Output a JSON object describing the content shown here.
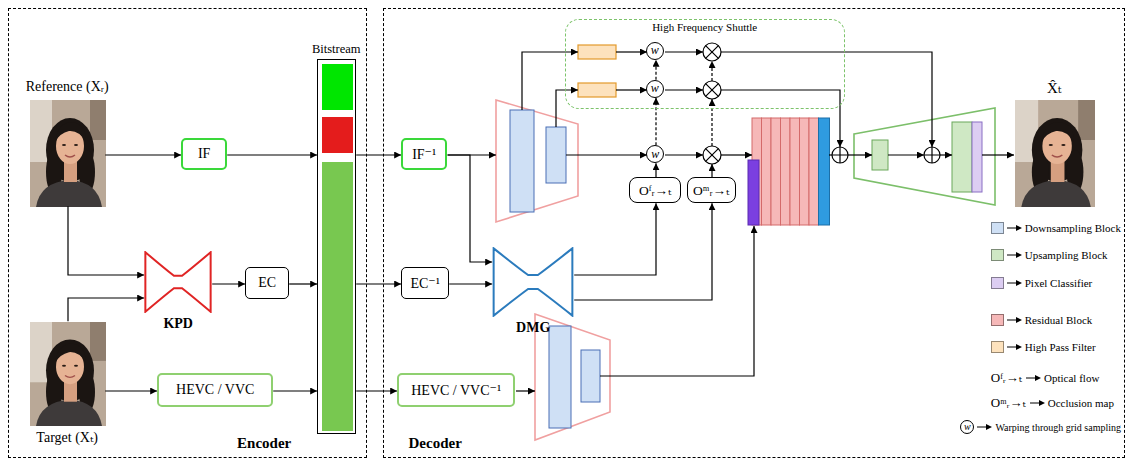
{
  "diagram": {
    "nodes": [
      {
        "text": [
          "Encoder"
        ]
      },
      {
        "text": [
          "Reference (Xᵣ)"
        ],
        "in": 0
      },
      {
        "text": [
          "IF"
        ],
        "in": 0
      },
      {
        "text": [
          "KPD"
        ],
        "in": 0
      },
      {
        "text": [
          "EC"
        ],
        "in": 0
      },
      {
        "text": [
          "Target (Xₜ)"
        ],
        "in": 0
      },
      {
        "text": [
          "HEVC / VVC"
        ],
        "in": 0
      },
      {
        "text": [
          "Bitstream"
        ],
        "in": 0
      },
      {
        "text": [
          "Decoder"
        ]
      },
      {
        "text": [
          "IF⁻¹"
        ],
        "in": 8
      },
      {
        "text": [
          "EC⁻¹"
        ],
        "in": 8
      },
      {
        "text": [
          "DMG"
        ],
        "in": 8
      },
      {
        "text": [
          "HEVC / VVC⁻¹"
        ],
        "in": 8
      },
      {
        "text": [
          "High Frequency Shuttle"
        ],
        "in": 8
      },
      {
        "text": [
          "w"
        ],
        "in": 13
      },
      {
        "text": [
          "w"
        ],
        "in": 13
      },
      {
        "text": [
          "w"
        ],
        "in": 8
      },
      {
        "text": [
          "Oᶠᵣ→ₜ"
        ],
        "in": 8
      },
      {
        "text": [
          "Oᵐᵣ→ₜ"
        ],
        "in": 8
      },
      {
        "text": [
          "X̂ₜ"
        ],
        "in": 8
      }
    ],
    "edges": [
      {
        "from": 1,
        "to": 2,
        "arrow": "to"
      },
      {
        "from": 2,
        "to": 7,
        "arrow": "to"
      },
      {
        "from": 1,
        "to": 3,
        "arrow": "to"
      },
      {
        "from": 5,
        "to": 3,
        "arrow": "to"
      },
      {
        "from": 3,
        "to": 4,
        "arrow": "to"
      },
      {
        "from": 4,
        "to": 7,
        "arrow": "to"
      },
      {
        "from": 5,
        "to": 6,
        "arrow": "to"
      },
      {
        "from": 6,
        "to": 7,
        "arrow": "to"
      },
      {
        "from": 7,
        "to": 9,
        "arrow": "to"
      },
      {
        "from": 7,
        "to": 10,
        "arrow": "to"
      },
      {
        "from": 7,
        "to": 12,
        "arrow": "to"
      },
      {
        "from": 9,
        "to": 11,
        "arrow": "to"
      },
      {
        "from": 10,
        "to": 11,
        "arrow": "to"
      },
      {
        "from": 11,
        "to": 17,
        "arrow": "to"
      },
      {
        "from": 11,
        "to": 18,
        "arrow": "to"
      },
      {
        "from": 17,
        "to": 16,
        "arrow": "to"
      },
      {
        "from": 16,
        "to": 15,
        "arrow": "to"
      },
      {
        "from": 15,
        "to": 14,
        "arrow": "to"
      }
    ],
    "labels": [
      "Oᶠᵣ→ₜ",
      "Oᵐᵣ→ₜ",
      "w"
    ],
    "legend": [
      {
        "text": "Downsampling Block",
        "color": "#cfe0f5"
      },
      {
        "text": "Upsampling Block",
        "color": "#cfe8c4"
      },
      {
        "text": "Pixel Classifier",
        "color": "#dccdf2"
      },
      {
        "text": "Residual Block",
        "color": "#f6b8b8"
      },
      {
        "text": "High Pass Filter",
        "color": "#fde2bd"
      },
      {
        "text": "Optical flow"
      },
      {
        "text": "Occlusion map"
      },
      {
        "text": "Warping through grid sampling"
      }
    ]
  }
}
